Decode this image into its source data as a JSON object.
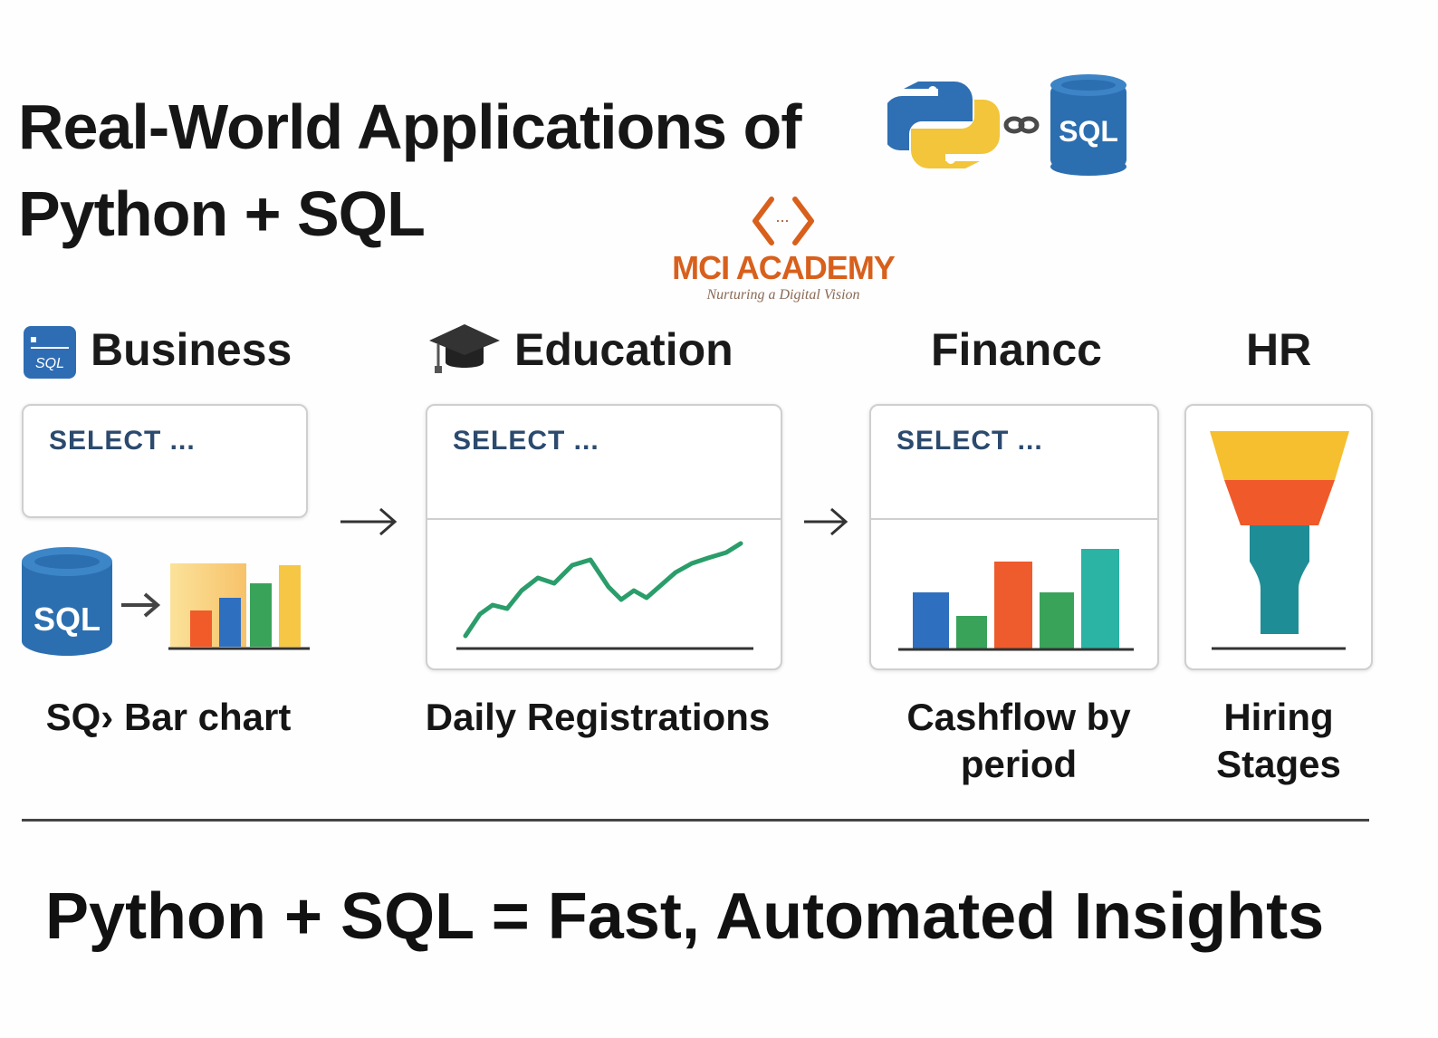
{
  "title_line1": "Real-World Applications of",
  "title_line2": "Python + SQL",
  "sql_logo_label": "SQL",
  "brand": {
    "name": "MCI ACADEMY",
    "tagline": "Nurturing a Digital Vision",
    "accent_color": "#d8601c"
  },
  "sections": [
    {
      "heading": "Business",
      "icon": "sql-database-icon",
      "select_label": "SELECT ...",
      "db_label": "SQL",
      "caption": "SQ› Bar chart"
    },
    {
      "heading": "Education",
      "icon": "graduation-cap-icon",
      "select_label": "SELECT ...",
      "caption": "Daily Registrations"
    },
    {
      "heading": "Financc",
      "select_label": "SELECT ...",
      "caption_line1": "Cashflow by",
      "caption_line2": "period"
    },
    {
      "heading": "HR",
      "caption_line1": "Hiring",
      "caption_line2": "Stages"
    }
  ],
  "footer": "Python + SQL = Fast, Automated Insights",
  "colors": {
    "python_blue": "#2f6fb3",
    "python_yellow": "#f2c53a",
    "sql_blue": "#2c6fb0",
    "line_green": "#2a9d6a",
    "bar_blue": "#2f6fbf",
    "bar_green": "#3aa35a",
    "bar_red": "#ee5b2c",
    "bar_teal": "#2bb3a3",
    "bar_orange": "#f15a29",
    "bar_yellow": "#f6c744",
    "funnel_yellow": "#f6bf2f",
    "funnel_red": "#f05a2a",
    "funnel_teal": "#1f8d95"
  }
}
